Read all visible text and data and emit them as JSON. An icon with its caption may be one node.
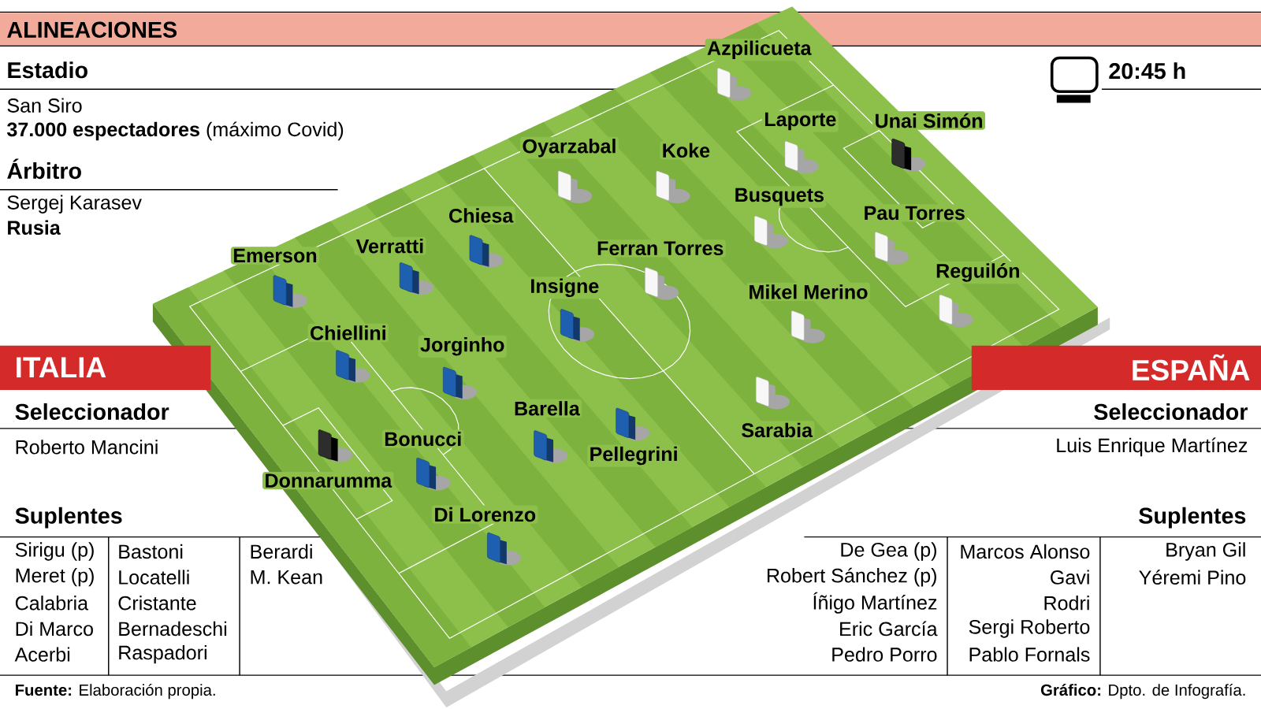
{
  "diagram": {
    "title": "ALINEACIONES",
    "labels": [
      "Estadio",
      "San Siro",
      "**37.000 espectadores** (máximo Covid)",
      "Árbitro",
      "Sergej Karasev",
      "Rusia",
      "20:45 h",
      "ITALIA",
      "ESPAÑA",
      "Seleccionador",
      "Roberto Mancini",
      "Seleccionador",
      "Luis Enrique Martínez",
      "Azpilicueta",
      "Laporte",
      "Unai Simón",
      "Oyarzabal",
      "Koke",
      "Busquets",
      "Chiesa",
      "Pau Torres",
      "Emerson",
      "Verratti",
      "Ferran Torres",
      "Reguilón",
      "Insigne",
      "Mikel Merino",
      "Chiellini",
      "Jorginho",
      "Barella",
      "Bonucci",
      "Sarabia",
      "Pellegrini",
      "Donnarumma",
      "Di Lorenzo",
      "Suplentes",
      "Suplentes",
      "Sirigu (p)",
      "Bastoni",
      "Berardi",
      "Meret (p)",
      "Locatelli",
      "M. Kean",
      "Calabria",
      "Cristante",
      "Di Marco",
      "Bernadeschi",
      "Acerbi",
      "Raspadori",
      "De Gea (p)",
      "Marcos Alonso",
      "Bryan Gil",
      "Robert Sánchez (p)",
      "Gavi",
      "Yéremi Pino",
      "Íñigo Martínez",
      "Rodri",
      "Eric García",
      "Sergi Roberto",
      "Pedro Porro",
      "Pablo Fornals",
      "**Fuente:** Elaboración propia.",
      "**Gráfico:** Dpto. de Infografía."
    ]
  }
}
